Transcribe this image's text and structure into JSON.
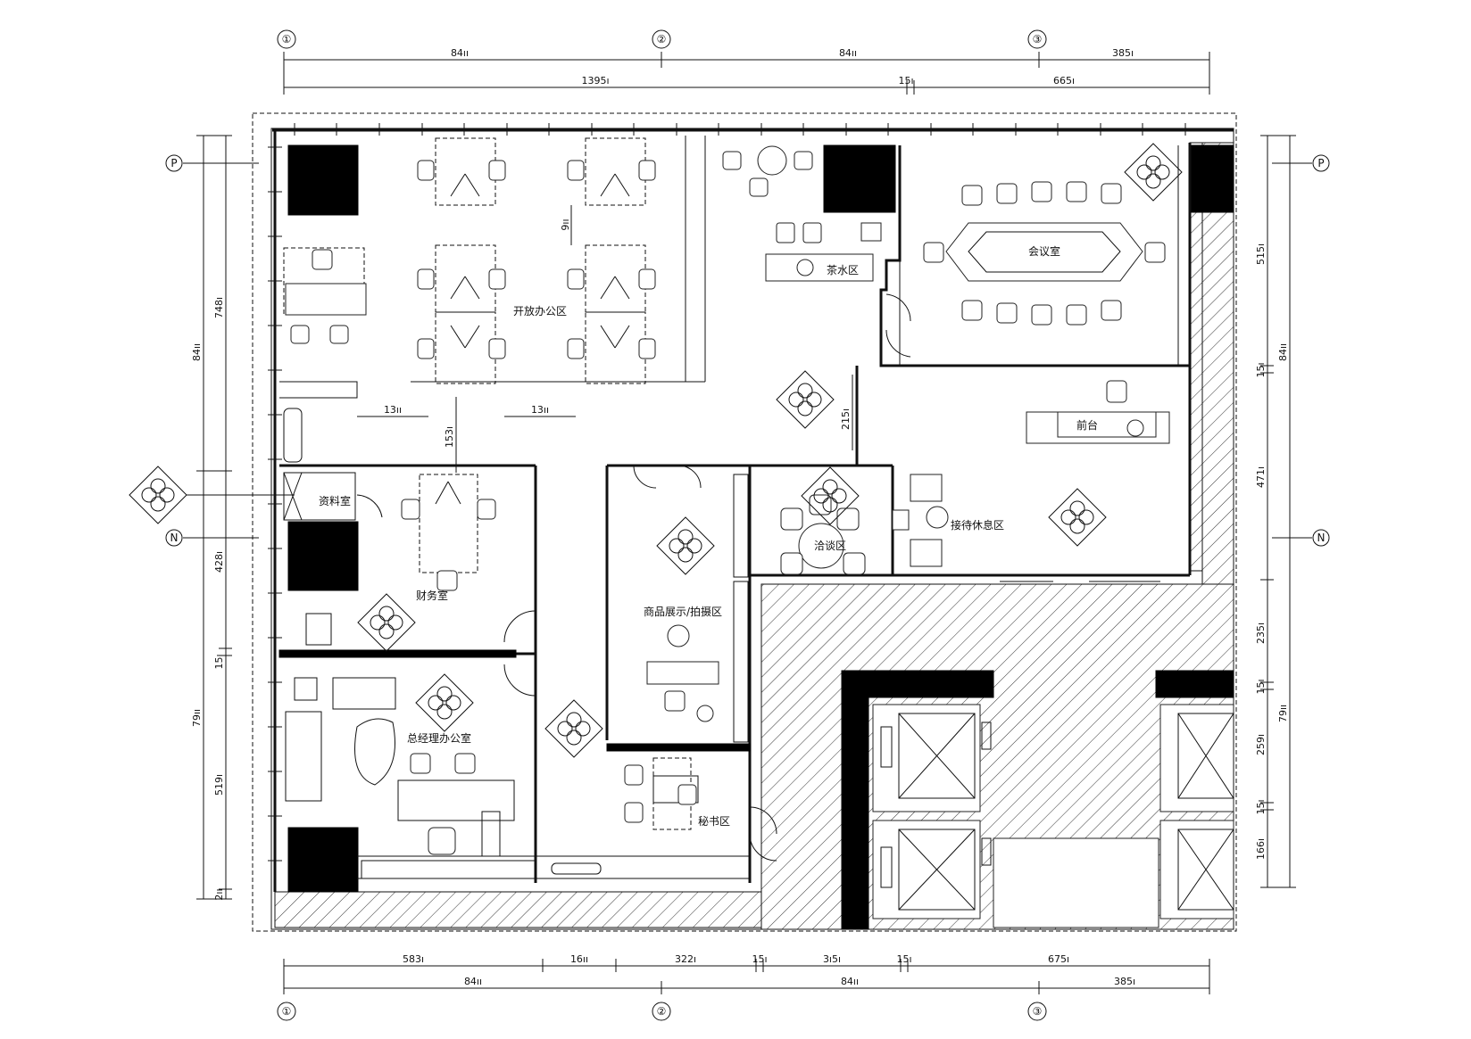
{
  "grid": {
    "columns": [
      "①",
      "②",
      "③"
    ],
    "rows": [
      "P",
      "N"
    ]
  },
  "dims": {
    "top1": [
      "84ıı",
      "84ıı",
      "385ı"
    ],
    "top2": [
      "1395ı",
      "15ı",
      "665ı"
    ],
    "bottom1": [
      "583ı",
      "16ıı",
      "322ı",
      "15ı",
      "3ı5ı",
      "15ı",
      "675ı"
    ],
    "bottom2": [
      "84ıı",
      "84ıı",
      "385ı"
    ],
    "left_outer": [
      "84ıı",
      "79ıı"
    ],
    "left_inner": [
      "748ı",
      "428ı",
      "15ı",
      "519ı",
      "2ıı"
    ],
    "right_inner": [
      "515ı",
      "15ı",
      "471ı",
      "235ı",
      "15ı",
      "259ı",
      "15ı",
      "166ı"
    ],
    "right_outer": [
      "84ıı",
      "79ıı"
    ],
    "internal": [
      "13ıı",
      "13ıı",
      "9ıı",
      "153ı",
      "215ı"
    ]
  },
  "rooms": {
    "open_office": "开放办公区",
    "water_bar": "茶水区",
    "meeting": "会议室",
    "reception": "前台",
    "lounge": "接待休息区",
    "negotiation": "洽谈区",
    "archive": "资料室",
    "finance": "财务室",
    "gm_office": "总经理办公室",
    "display": "商品展示/拍摄区",
    "secretary": "秘书区"
  }
}
